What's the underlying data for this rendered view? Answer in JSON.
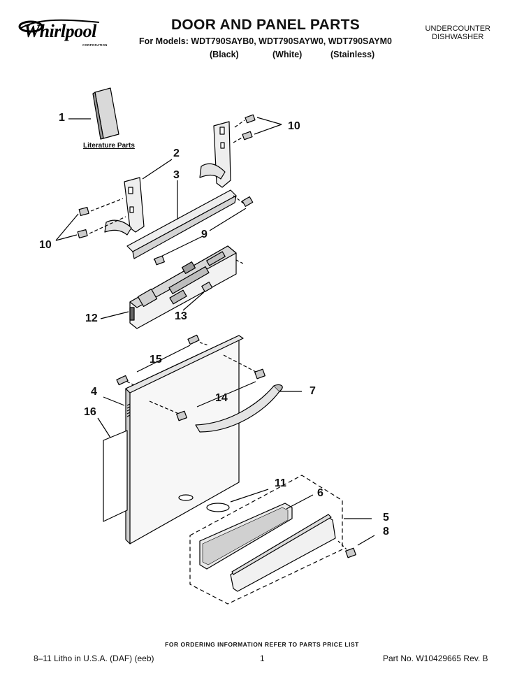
{
  "header": {
    "brand": "Whirlpool",
    "brand_sub": "CORPORATION",
    "title": "DOOR AND PANEL PARTS",
    "models": "For Models: WDT790SAYB0, WDT790SAYW0, WDT790SAYM0",
    "finishes": [
      "(Black)",
      "(White)",
      "(Stainless)"
    ],
    "category_line1": "UNDERCOUNTER",
    "category_line2": "DISHWASHER"
  },
  "diagram": {
    "literature_label": "Literature Parts",
    "callouts": [
      "1",
      "2",
      "3",
      "4",
      "5",
      "6",
      "7",
      "8",
      "9",
      "10",
      "10",
      "11",
      "12",
      "13",
      "14",
      "15",
      "16"
    ]
  },
  "footer": {
    "order_note": "FOR ORDERING INFORMATION REFER TO PARTS PRICE LIST",
    "litho": "8–11 Litho in U.S.A. (DAF) (eeb)",
    "page": "1",
    "part_no": "Part No. W10429665 Rev. B"
  }
}
